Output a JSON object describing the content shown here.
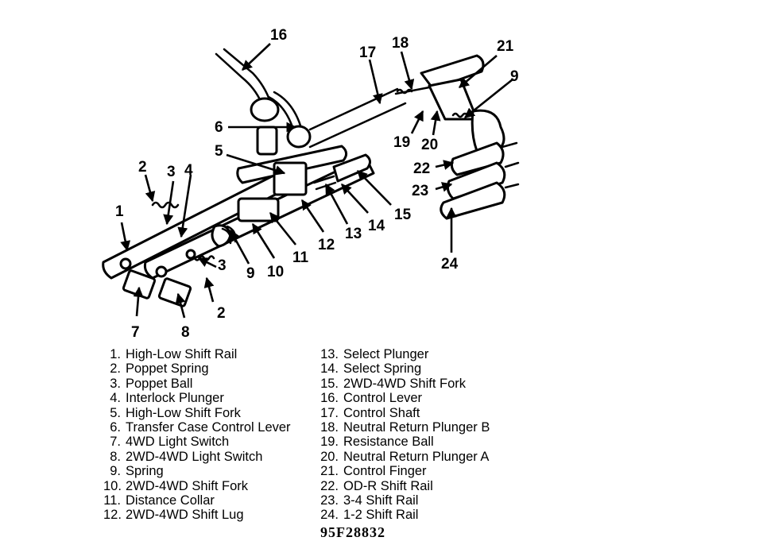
{
  "diagram": {
    "title": "Shift Rail Assembly",
    "callouts": {
      "c1": "1",
      "c2a": "2",
      "c2b": "2",
      "c3a": "3",
      "c3b": "3",
      "c4": "4",
      "c5": "5",
      "c6": "6",
      "c7": "7",
      "c8": "8",
      "c9a": "9",
      "c9b": "9",
      "c10": "10",
      "c11": "11",
      "c12": "12",
      "c13": "13",
      "c14": "14",
      "c15": "15",
      "c16": "16",
      "c17": "17",
      "c18": "18",
      "c19": "19",
      "c20": "20",
      "c21": "21",
      "c22": "22",
      "c23": "23",
      "c24": "24"
    }
  },
  "legend": {
    "left": [
      {
        "num": "1.",
        "label": "High-Low Shift Rail"
      },
      {
        "num": "2.",
        "label": "Poppet Spring"
      },
      {
        "num": "3.",
        "label": "Poppet Ball"
      },
      {
        "num": "4.",
        "label": "Interlock Plunger"
      },
      {
        "num": "5.",
        "label": "High-Low Shift Fork"
      },
      {
        "num": "6.",
        "label": "Transfer Case Control Lever"
      },
      {
        "num": "7.",
        "label": "4WD Light Switch"
      },
      {
        "num": "8.",
        "label": "2WD-4WD Light Switch"
      },
      {
        "num": "9.",
        "label": "Spring"
      },
      {
        "num": "10.",
        "label": "2WD-4WD Shift Fork"
      },
      {
        "num": "11.",
        "label": "Distance Collar"
      },
      {
        "num": "12.",
        "label": "2WD-4WD Shift Lug"
      }
    ],
    "right": [
      {
        "num": "13.",
        "label": "Select Plunger"
      },
      {
        "num": "14.",
        "label": "Select Spring"
      },
      {
        "num": "15.",
        "label": "2WD-4WD Shift Fork"
      },
      {
        "num": "16.",
        "label": "Control Lever"
      },
      {
        "num": "17.",
        "label": "Control Shaft"
      },
      {
        "num": "18.",
        "label": "Neutral Return Plunger B"
      },
      {
        "num": "19.",
        "label": "Resistance Ball"
      },
      {
        "num": "20.",
        "label": "Neutral Return Plunger A"
      },
      {
        "num": "21.",
        "label": "Control Finger"
      },
      {
        "num": "22.",
        "label": "OD-R Shift Rail"
      },
      {
        "num": "23.",
        "label": "3-4 Shift Rail"
      },
      {
        "num": "24.",
        "label": "1-2 Shift Rail"
      }
    ]
  },
  "figure_code": "95F28832"
}
